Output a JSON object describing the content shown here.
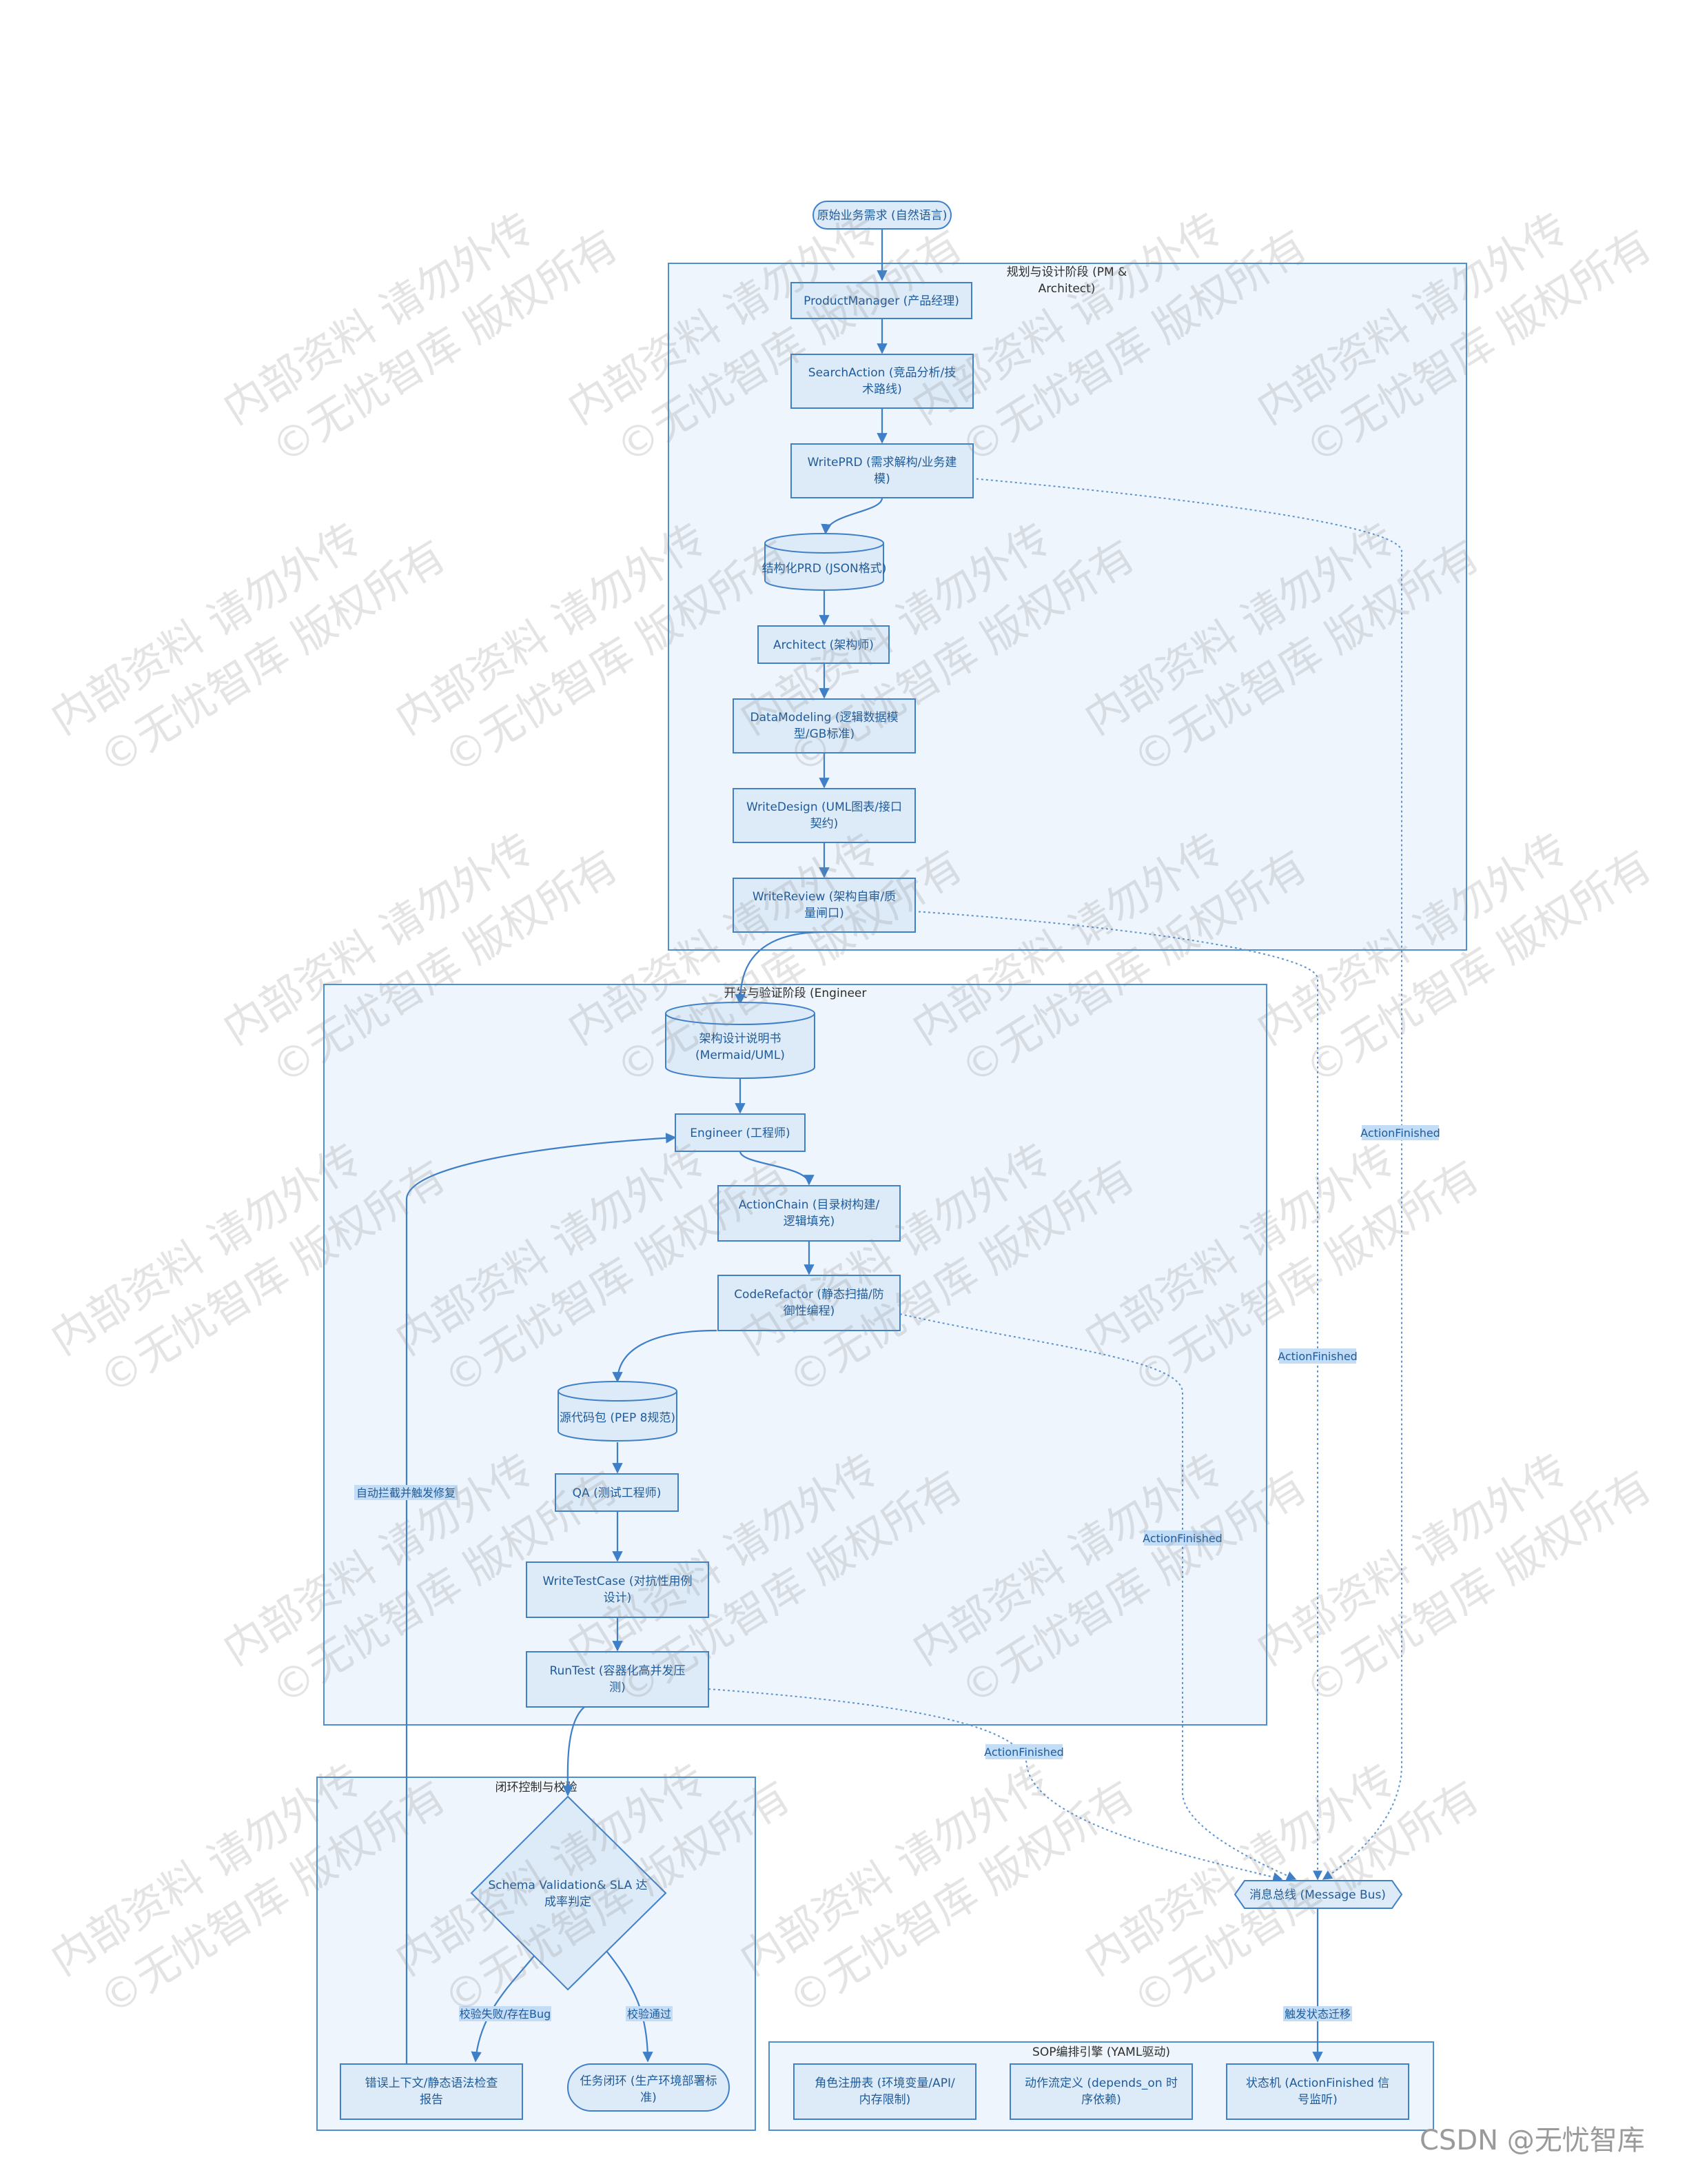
{
  "clusters": {
    "planning": "规划与设计阶段 (PM & Architect)",
    "dev": "开发与验证阶段 (Engineer & QA)",
    "loop": "闭环控制与校验",
    "sop": "SOP编排引擎 (YAML驱动)"
  },
  "nodes": {
    "req": "原始业务需求 (自然语言)",
    "pm": "ProductManager (产品经理)",
    "search": [
      "SearchAction (竞品分析/技",
      "术路线)"
    ],
    "writeprd": [
      "WritePRD (需求解构/业务建",
      "模)"
    ],
    "prd": "结构化PRD (JSON格式)",
    "architect": "Architect (架构师)",
    "datamodel": [
      "DataModeling (逻辑数据模",
      "型/GB标准)"
    ],
    "writedesign": [
      "WriteDesign (UML图表/接口",
      "契约)"
    ],
    "writereview": [
      "WriteReview (架构自审/质",
      "量闸口)"
    ],
    "archdoc": [
      "架构设计说明书",
      "(Mermaid/UML)"
    ],
    "engineer": "Engineer (工程师)",
    "actionchain": [
      "ActionChain (目录树构建/",
      "逻辑填充)"
    ],
    "coderefactor": [
      "CodeRefactor (静态扫描/防",
      "御性编程)"
    ],
    "srcpkg": "源代码包 (PEP 8规范)",
    "qa": "QA (测试工程师)",
    "writetest": [
      "WriteTestCase (对抗性用例",
      "设计)"
    ],
    "runtest": [
      "RunTest (容器化高并发压",
      "测)"
    ],
    "schema": [
      "Schema Validation& SLA 达",
      "成率判定"
    ],
    "errctx": [
      "错误上下文/静态语法检查",
      "报告"
    ],
    "done": [
      "任务闭环 (生产环境部署标",
      "准)"
    ],
    "bus": "消息总线 (Message Bus)",
    "roles": [
      "角色注册表 (环境变量/API/",
      "内存限制)"
    ],
    "flowdef": [
      "动作流定义 (depends_on 时",
      "序依赖)"
    ],
    "statemachine": [
      "状态机 (ActionFinished 信",
      "号监听)"
    ]
  },
  "edge_labels": {
    "af": "ActionFinished",
    "autofix": "自动拦截并触发修复",
    "fail": "校验失败/存在Bug",
    "pass": "校验通过",
    "trigger": "触发状态迁移"
  },
  "watermark": {
    "line1": "内部资料 请勿外传",
    "line2": "©无忧智库 版权所有"
  },
  "credit": "CSDN @无忧智库"
}
